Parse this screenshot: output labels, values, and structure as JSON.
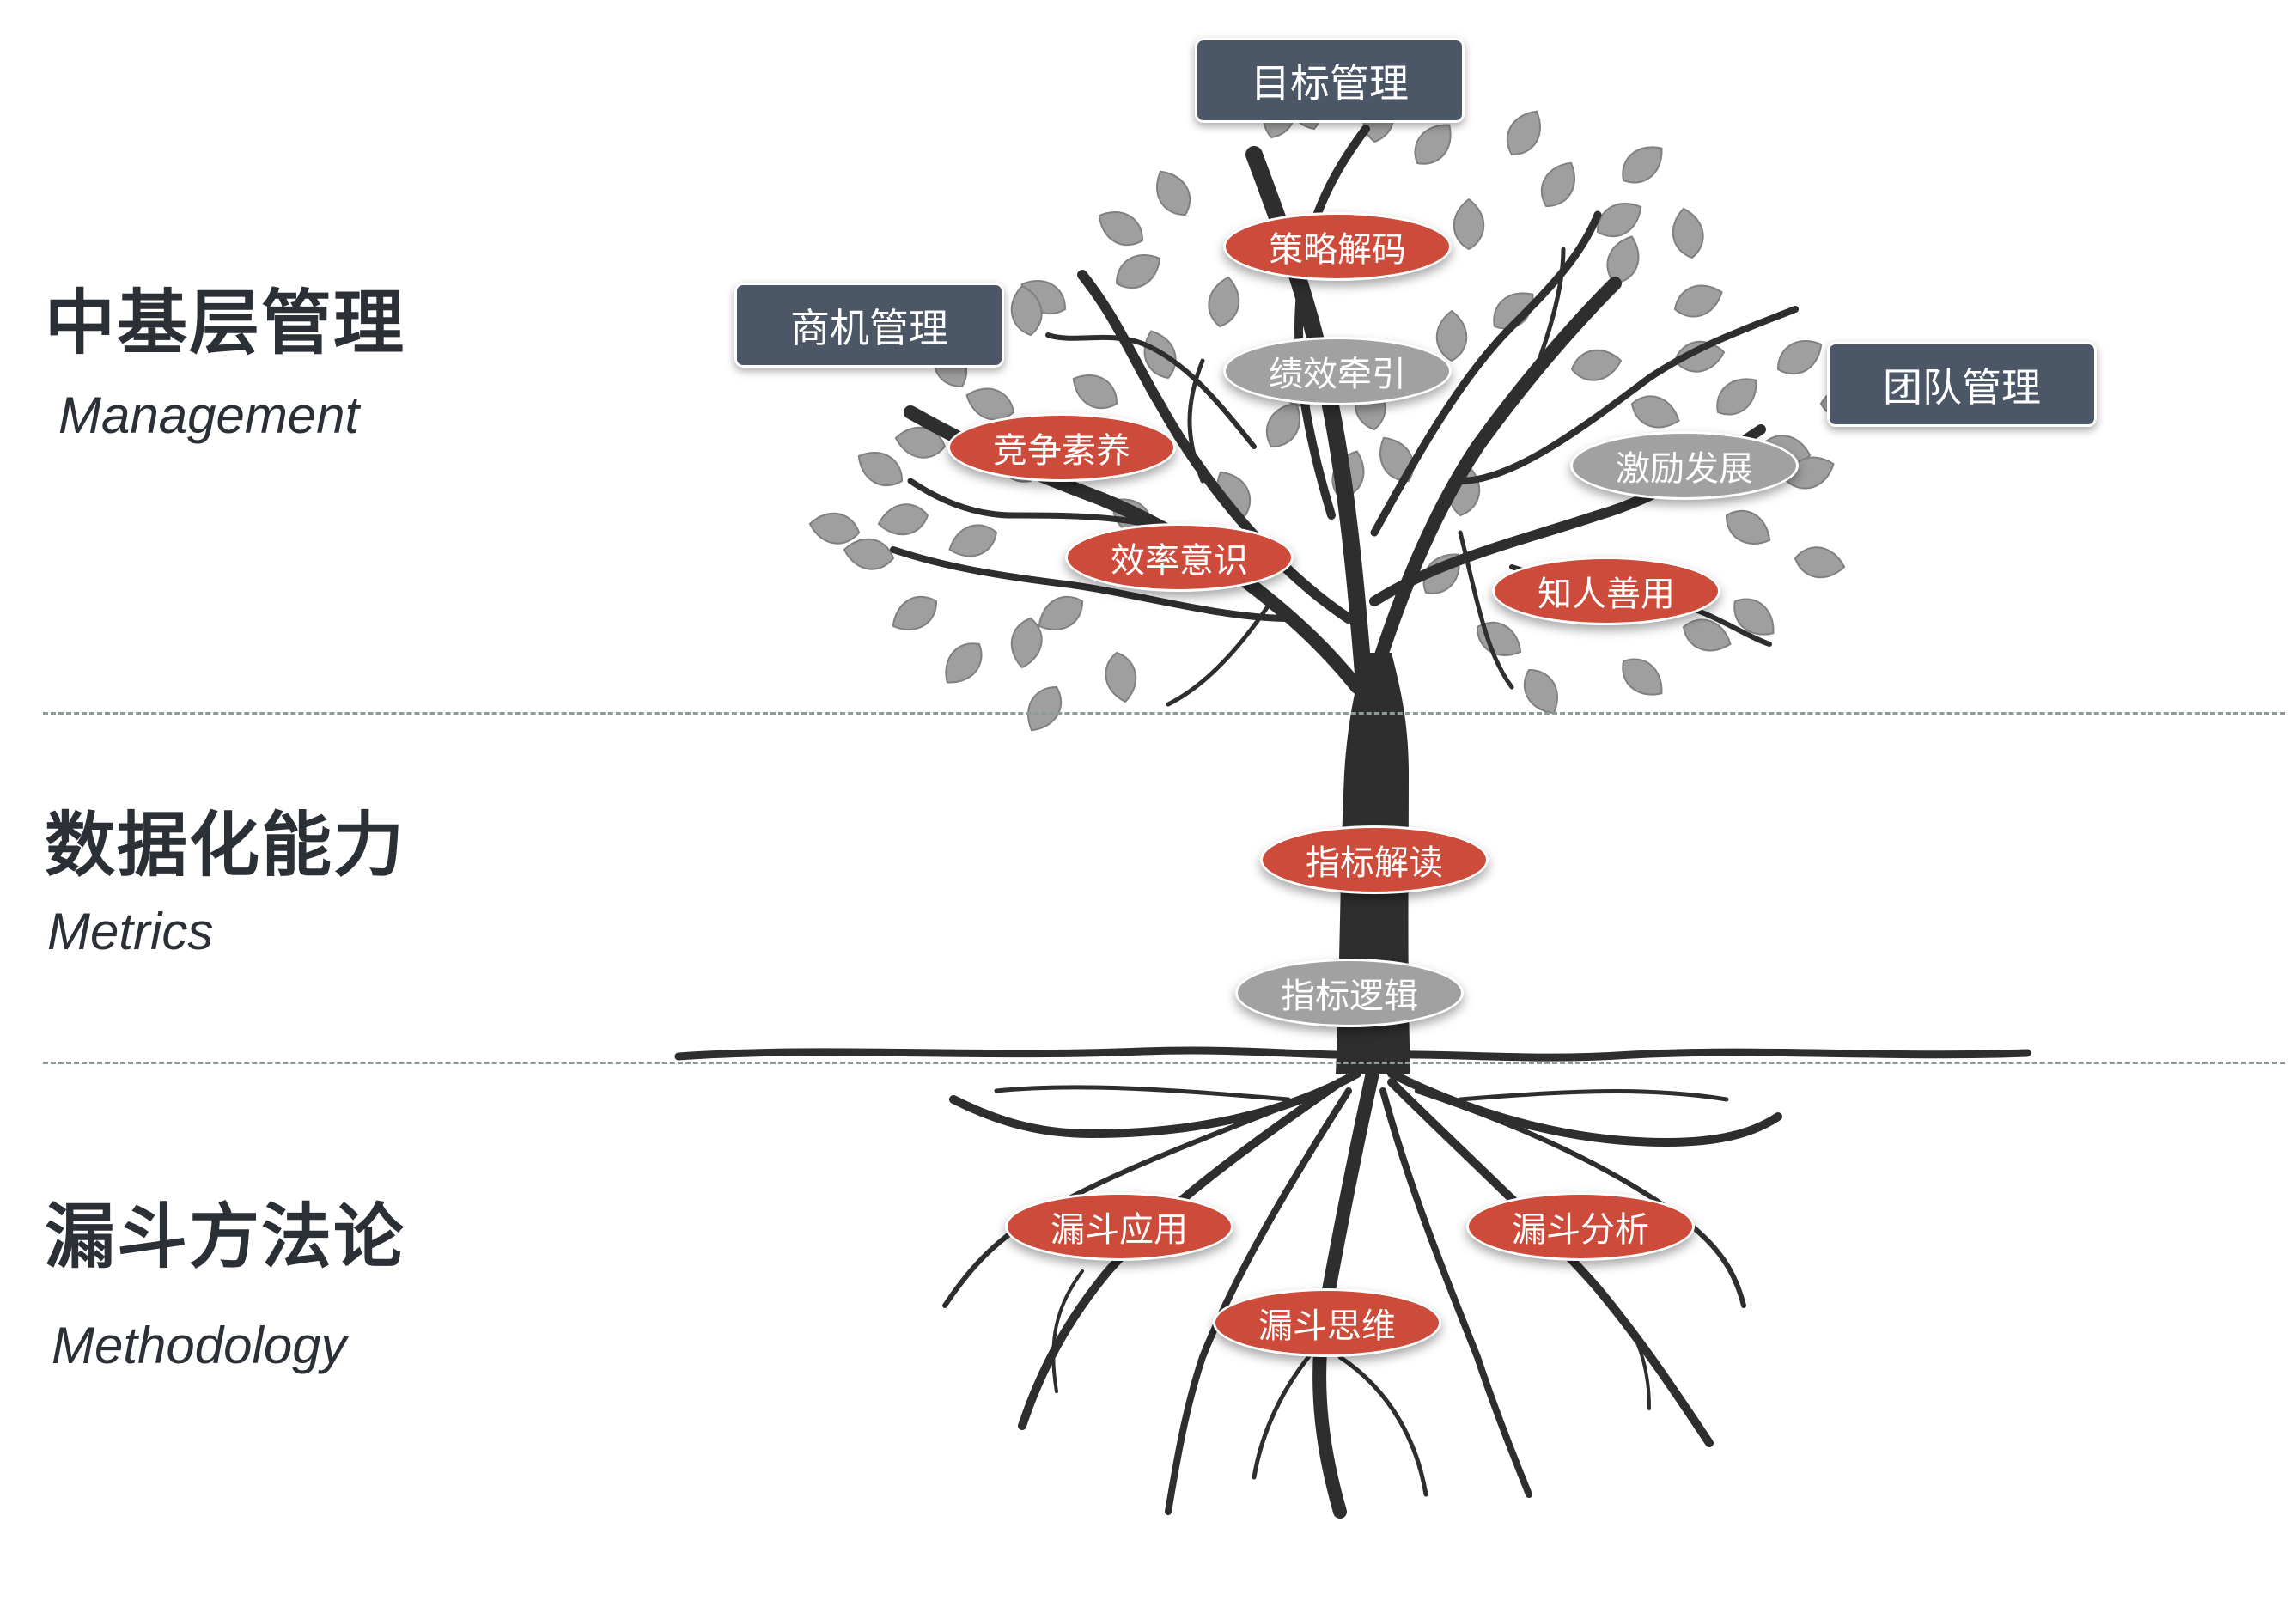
{
  "sections": [
    {
      "title": "中基层管理",
      "subtitle": "Management"
    },
    {
      "title": "数据化能力",
      "subtitle": "Metrics"
    },
    {
      "title": "漏斗方法论",
      "subtitle": "Methodology"
    }
  ],
  "boxes": {
    "goal": "目标管理",
    "opportunity": "商机管理",
    "team": "团队管理"
  },
  "labels": {
    "strategy_decode": "策略解码",
    "performance_traction": "绩效牵引",
    "competitive_literacy": "竞争素养",
    "efficiency_awareness": "效率意识",
    "motivation_development": "激励发展",
    "people_use": "知人善用",
    "metric_interpretation": "指标解读",
    "metric_logic": "指标逻辑",
    "funnel_application": "漏斗应用",
    "funnel_analysis": "漏斗分析",
    "funnel_thinking": "漏斗思维"
  },
  "colors": {
    "accent_red": "#cc4b3a",
    "neutral_gray": "#a1a1a1",
    "box_slate": "#4b5766",
    "trunk": "#2e2e2e",
    "leaf": "#9a9a9a"
  }
}
